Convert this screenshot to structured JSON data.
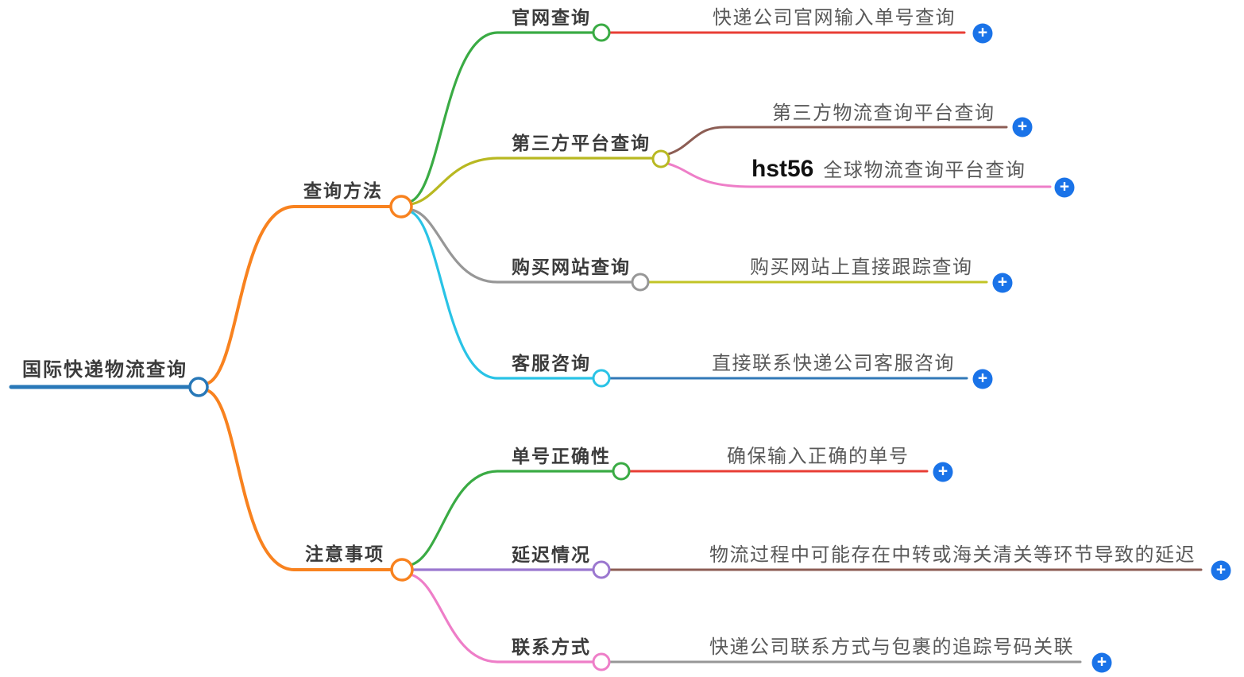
{
  "diagram": {
    "root": {
      "label": "国际快递物流查询"
    },
    "branches": [
      {
        "label": "查询方法",
        "children": [
          {
            "label": "官网查询",
            "desc": "快递公司官网输入单号查询"
          },
          {
            "label": "第三方平台查询",
            "children": [
              {
                "desc": "第三方物流查询平台查询"
              },
              {
                "brand": "hst56",
                "desc": "全球物流查询平台查询"
              }
            ]
          },
          {
            "label": "购买网站查询",
            "desc": "购买网站上直接跟踪查询"
          },
          {
            "label": "客服咨询",
            "desc": "直接联系快递公司客服咨询"
          }
        ]
      },
      {
        "label": "注意事项",
        "children": [
          {
            "label": "单号正确性",
            "desc": "确保输入正确的单号"
          },
          {
            "label": "延迟情况",
            "desc": "物流过程中可能存在中转或海关清关等环节导致的延迟"
          },
          {
            "label": "联系方式",
            "desc": "快递公司联系方式与包裹的追踪号码关联"
          }
        ]
      }
    ]
  },
  "icons": {
    "plus": "+"
  },
  "colors": {
    "orange": "#f8821f",
    "root_blue": "#2878b8",
    "green": "#3aab44",
    "red": "#e83e35",
    "olive": "#b8b821",
    "olive_light": "#c2c426",
    "gray": "#979797",
    "cyan": "#29c3e6",
    "steel_blue": "#3279b7",
    "brown": "#8c5d54",
    "pink": "#ee7ec8",
    "purple": "#9b77cf",
    "plus_blue": "#1a73e8",
    "white": "#ffffff"
  }
}
